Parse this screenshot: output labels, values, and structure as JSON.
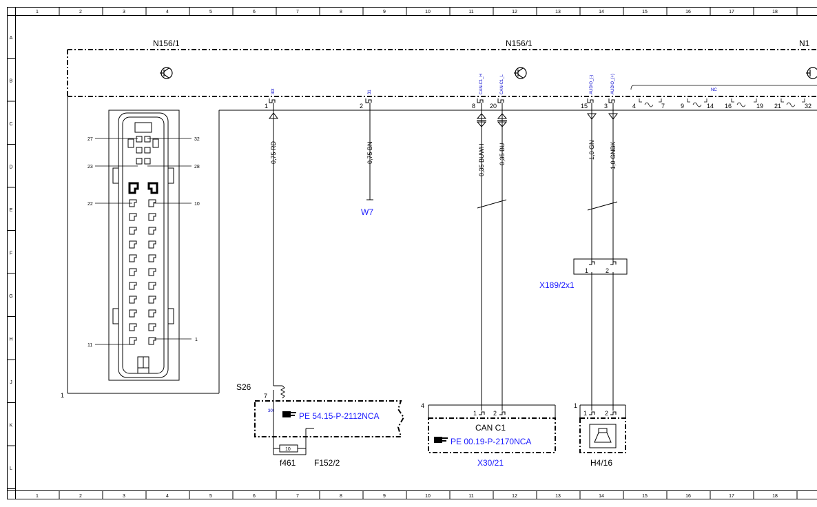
{
  "grid": {
    "columns": [
      "1",
      "2",
      "3",
      "4",
      "5",
      "6",
      "7",
      "8",
      "9",
      "10",
      "11",
      "12",
      "13",
      "14",
      "15",
      "16",
      "17",
      "18"
    ],
    "rows": [
      "A",
      "B",
      "C",
      "D",
      "E",
      "F",
      "G",
      "H",
      "J",
      "K",
      "L"
    ]
  },
  "components": {
    "n156_label_left": "N156/1",
    "n156_label_mid": "N156/1",
    "n156_label_right": "N1",
    "n156_ref": "1",
    "w7": "W7",
    "s26": "S26",
    "s26_pin": "7",
    "s26_signal": "30t",
    "f461": "f461",
    "f152": "F152/2",
    "fuse_value": "10",
    "pe_s26": "PE 54.15-P-2112NCA",
    "can_block_ref": "4",
    "can_c1": "CAN C1",
    "pe_can": "PE 00.19-P-2170NCA",
    "x30": "X30/21",
    "x189": "X189/2x1",
    "h4_ref": "1",
    "h4": "H4/16"
  },
  "connector_pins": {
    "p27": "27",
    "p32": "32",
    "p23": "23",
    "p28": "28",
    "p22": "22",
    "p10": "10",
    "p11": "11",
    "p1": "1"
  },
  "pins": [
    {
      "num": "1",
      "signal": "30t",
      "wire": "0,75 RD"
    },
    {
      "num": "2",
      "signal": "31",
      "wire": "0,75 BN"
    },
    {
      "num": "8",
      "signal": "CAN-C1_H",
      "wire": "0,35 BUWH"
    },
    {
      "num": "20",
      "signal": "CAN-C1_L",
      "wire": "0,35 BU"
    },
    {
      "num": "15",
      "signal": "AUDIO_(-)",
      "wire": "1,0 GN"
    },
    {
      "num": "3",
      "signal": "AUDIO_(+)",
      "wire": "1,0 GNBK"
    }
  ],
  "nc": {
    "label": "NC",
    "pins": [
      "4",
      "7",
      "9",
      "14",
      "16",
      "19",
      "21",
      "32"
    ]
  },
  "sub_pins": {
    "x189_1": "1",
    "x189_2": "2",
    "can_1": "1",
    "can_2": "2",
    "h4_1": "1",
    "h4_2": "2"
  },
  "colors": {
    "line": "#000000",
    "signal_text": "#0000cc",
    "reference_text": "#1a1aff"
  }
}
